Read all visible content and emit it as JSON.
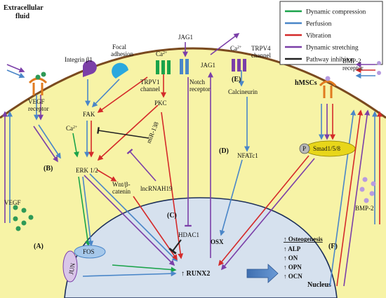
{
  "regions": {
    "extracellular": [
      "Extracellular",
      "fluid"
    ],
    "cell": "hMSCs",
    "nucleus": "Nucleus"
  },
  "legend": [
    {
      "label": "Dynamic compression",
      "color": "#1aa34a"
    },
    {
      "label": "Perfusion",
      "color": "#4a86c8"
    },
    {
      "label": "Vibration",
      "color": "#d42a2a"
    },
    {
      "label": "Dynamic stretching",
      "color": "#7b3fa8"
    },
    {
      "label": "Pathway inhibitor",
      "color": "#222222"
    }
  ],
  "membrane": {
    "integrin": "Integrin β1",
    "focal": [
      "Focal",
      "adhesion"
    ],
    "ca_left": "Ca",
    "trpv1": [
      "TRPV1",
      "channel"
    ],
    "notch": [
      "Notch",
      "receptor"
    ],
    "jag1_out": "JAG1",
    "jag1_in": "JAG1",
    "ca_right": "Ca",
    "trpv4": [
      "TRPV4",
      "channel"
    ],
    "vegf_receptor": [
      "VEGF",
      "receptor"
    ],
    "bmp_receptor": [
      "BMP-2",
      "receptor"
    ],
    "charge": "2+"
  },
  "nodes": {
    "fak": "FAK",
    "ca_cyto": "Ca",
    "pkc": "PKC",
    "calcineurin": "Calcineurin",
    "mir138": "miR-138",
    "erk": "ERK 1/2",
    "wnt": [
      "Wnt/β-",
      "catenin"
    ],
    "lnc": "lncRNAH19",
    "nfatc1": "NFATc1",
    "hdac1": "HDAC1",
    "osx": "OSX",
    "fos": "FOS",
    "jun": "JUN",
    "runx2": "↑ RUNX2",
    "smad": "Smad1/5/8",
    "p": "P",
    "vegf": "VEGF",
    "bmp2": "BMP-2"
  },
  "panels": {
    "a": "(A)",
    "b": "(B)",
    "c": "(C)",
    "d": "(D)",
    "e": "(E)",
    "f": "(F)"
  },
  "outcomes": {
    "title": "↑ Osteogenesis",
    "items": [
      "↑ ALP",
      "↑ ON",
      "↑ OPN",
      "↑ OCN"
    ]
  }
}
